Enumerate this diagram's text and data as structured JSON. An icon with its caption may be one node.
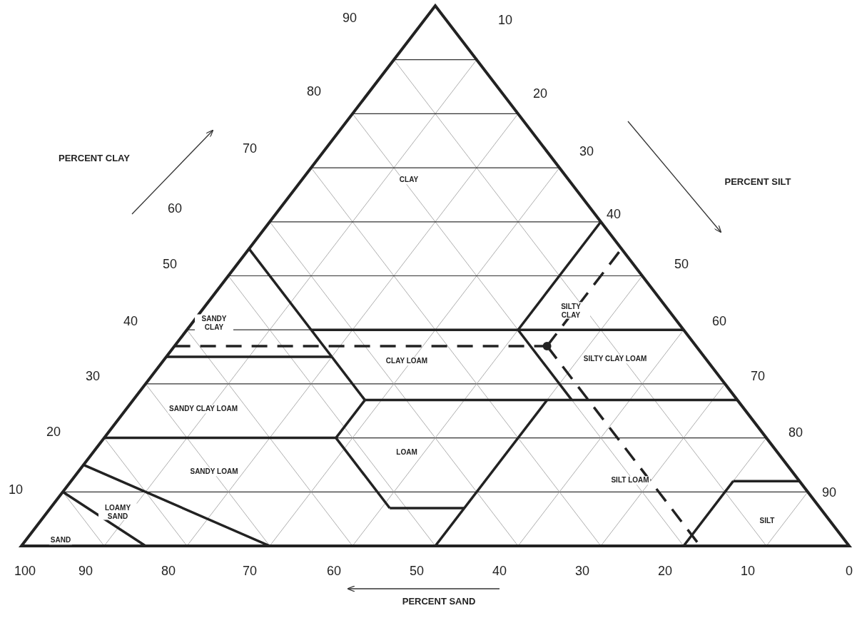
{
  "diagram": {
    "labels": [
      "90",
      "10",
      "80",
      "20",
      "PERCENT CLAY",
      "70",
      "30",
      "CLAY",
      "PERCENT SILT",
      "60",
      "40",
      "50",
      "50",
      "SILTY CLAY",
      "40",
      "SANDY CLAY",
      "60",
      "30",
      "CLAY LOAM",
      "SILTY CLAY LOAM",
      "70",
      "SANDY CLAY LOAM",
      "20",
      "80",
      "LOAM",
      "SANDY LOAM",
      "10",
      "SILT LOAM",
      "90",
      "LOAMY SAND",
      "SILT",
      "SAND",
      "100",
      "90",
      "80",
      "70",
      "60",
      "50",
      "40",
      "30",
      "20",
      "10",
      "0",
      "PERCENT SAND"
    ]
  }
}
